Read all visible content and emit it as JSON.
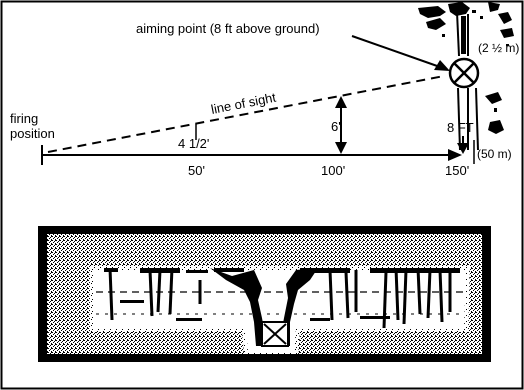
{
  "labels": {
    "aiming_point": "aiming point (8 ft above ground)",
    "firing": "firing",
    "position": "position",
    "line_of_sight": "line of sight",
    "height_50": "4 1/2'",
    "height_100": "6'",
    "height_150": "8 FT",
    "dist_50": "50'",
    "dist_100": "100'",
    "dist_150": "150'",
    "metric_height": "(2 ½ m)",
    "metric_distance": "(50 m)"
  },
  "icons": {
    "aiming_mark": "circled-x",
    "tree": "tree",
    "field_scene": "stippled-treeline"
  }
}
